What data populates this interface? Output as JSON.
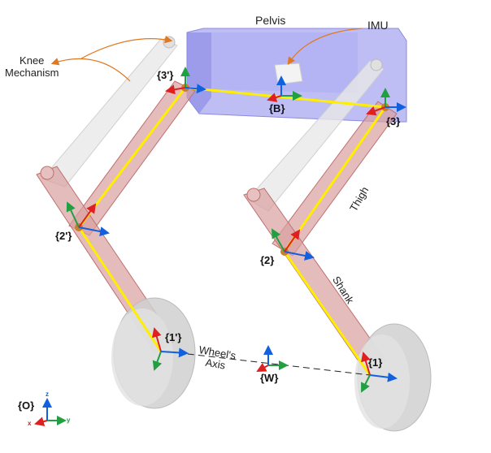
{
  "labels": {
    "pelvis": "Pelvis",
    "imu": "IMU",
    "knee_mechanism": "Knee\nMechanism",
    "thigh": "Thigh",
    "shank": "Shank",
    "wheels_axis": "Wheel's\nAxis"
  },
  "frames": {
    "f3p": "{3'}",
    "fB": "{B}",
    "f3": "{3}",
    "f2p": "{2'}",
    "f2": "{2}",
    "f1p": "{1'}",
    "fW": "{W}",
    "f1": "{1}",
    "fO": "{O}"
  },
  "world_axes": {
    "z": "z",
    "x": "x",
    "y": "y"
  },
  "colors": {
    "pelvis_fill": "#9b9bf0",
    "link_fill": "#d9a0a0",
    "link_stroke": "#c07070",
    "ghost_fill": "#e6e6e6",
    "wheel_fill": "#d8d8d8",
    "yellow_line": "#ffee00",
    "axis_red": "#e02020",
    "axis_green": "#20a040",
    "axis_blue": "#1060e0",
    "annotation_orange": "#e07820"
  }
}
